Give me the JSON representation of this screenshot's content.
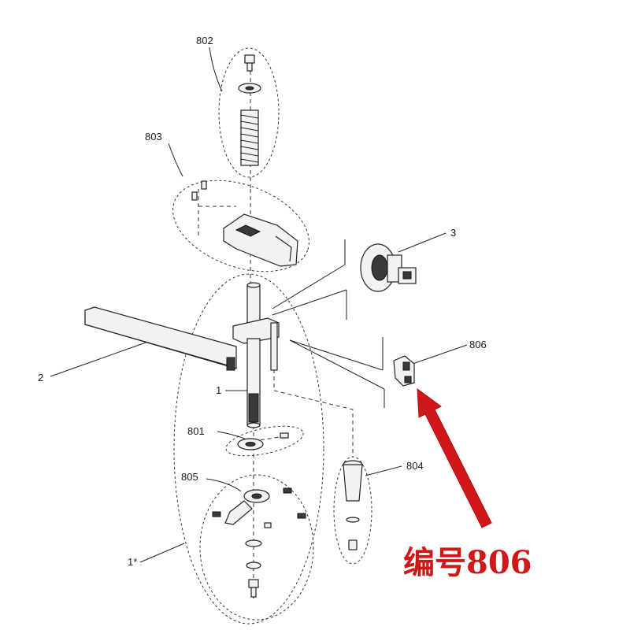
{
  "labels": {
    "l802": "802",
    "l803": "803",
    "l3": "3",
    "l806": "806",
    "l2": "2",
    "l1": "1",
    "l801": "801",
    "l804": "804",
    "l805": "805",
    "l1star": "1*"
  },
  "callout": {
    "text": "编号806",
    "color": "#d01818"
  }
}
